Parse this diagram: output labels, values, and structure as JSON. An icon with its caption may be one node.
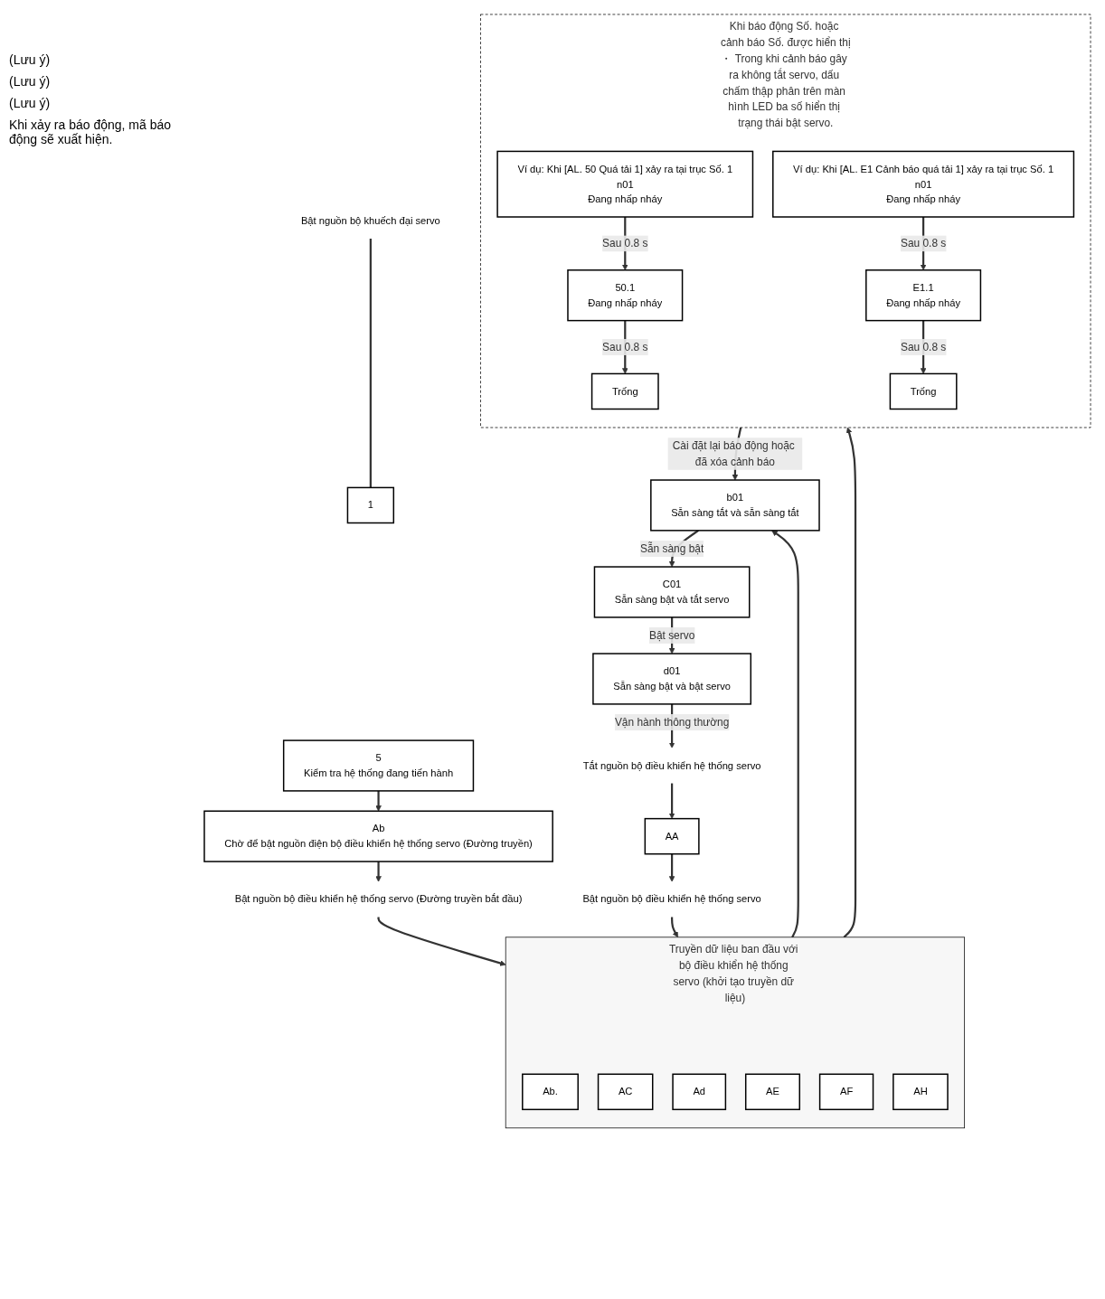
{
  "diagram": {
    "nodes": [
      {
        "text": [
          "Bật nguồn bộ khuếch đại servo"
        ]
      },
      {
        "text": [
          "1"
        ]
      },
      {
        "text": [
          "5",
          "Kiểm tra hệ thống đang tiến hành"
        ]
      },
      {
        "text": [
          "Ab",
          "Chờ để bật nguồn điện bộ điều khiển hệ thống servo (Đường truyền)"
        ]
      },
      {
        "text": [
          "Bật nguồn bộ điều khiển hệ thống servo (Đường truyền bắt đầu)"
        ]
      },
      {
        "text": [
          "Truyền dữ liệu ban đầu với bộ điều khiển hệ thống servo (khởi tạo truyền dữ liệu)"
        ]
      },
      {
        "text": [
          "Ab."
        ],
        "in": 5
      },
      {
        "text": [
          "AC"
        ],
        "in": 5
      },
      {
        "text": [
          "Ad"
        ],
        "in": 5
      },
      {
        "text": [
          "AE"
        ],
        "in": 5
      },
      {
        "text": [
          "AF"
        ],
        "in": 5
      },
      {
        "text": [
          "AH"
        ],
        "in": 5
      },
      {
        "text": [
          "b01",
          "Sẵn sàng tắt và sẵn sàng tắt"
        ]
      },
      {
        "text": [
          "C01",
          "Sẵn sàng bật và tắt servo"
        ]
      },
      {
        "text": [
          "d01",
          "Sẵn sàng bật và bật servo"
        ]
      },
      {
        "text": [
          "Tắt nguồn bộ điều khiển hệ thống servo"
        ]
      },
      {
        "text": [
          "AA"
        ]
      },
      {
        "text": [
          "Bật nguồn bộ điều khiển hệ thống servo"
        ]
      },
      {
        "text": [
          "Khi báo động Số. hoặc cảnh báo Số. được hiển thị",
          "・ Trong khi cảnh báo gây ra không tắt servo, dấu chấm thập phân trên màn hình LED ba số hiển thị trạng thái bật servo."
        ]
      },
      {
        "text": [
          "Ví dụ: Khi [AL. 50 Quá tải 1] xảy ra tại trục Số. 1",
          "n01",
          "Đang nhấp nháy"
        ],
        "in": 18
      },
      {
        "text": [
          "50.1",
          "Đang nhấp nháy"
        ],
        "in": 18
      },
      {
        "text": [
          "Trống"
        ],
        "in": 18
      },
      {
        "text": [
          "Ví dụ: Khi [AL. E1 Cảnh báo quá tải 1] xảy ra tại trục Số. 1",
          "n01",
          "Đang nhấp nháy"
        ],
        "in": 18
      },
      {
        "text": [
          "E1.1",
          "Đang nhấp nháy"
        ],
        "in": 18
      },
      {
        "text": [
          "Trống"
        ],
        "in": 18
      }
    ],
    "edges": [
      {
        "from": 0,
        "to": 1,
        "arrow": "none"
      },
      {
        "from": 2,
        "to": 3,
        "arrow": "to"
      },
      {
        "from": 3,
        "to": 4,
        "arrow": "to"
      },
      {
        "from": 4,
        "to": 5,
        "arrow": "to"
      },
      {
        "from": 5,
        "to": 12,
        "arrow": "to"
      },
      {
        "from": 12,
        "to": 13,
        "arrow": "to",
        "label": "Sẵn sàng bật"
      },
      {
        "from": 13,
        "to": 14,
        "arrow": "to",
        "label": "Bật servo"
      },
      {
        "from": 14,
        "to": 15,
        "arrow": "to",
        "label": "Vận hành thông thường"
      },
      {
        "from": 15,
        "to": 16,
        "arrow": "to"
      },
      {
        "from": 16,
        "to": 17,
        "arrow": "to"
      },
      {
        "from": 17,
        "to": 5,
        "arrow": "to"
      },
      {
        "from": 5,
        "to": 18,
        "arrow": "to"
      },
      {
        "from": 18,
        "to": 12,
        "arrow": "to",
        "label": "Cài đặt lại báo động hoặc đã xóa cảnh báo"
      },
      {
        "from": 19,
        "to": 20,
        "arrow": "to",
        "label": "Sau 0.8 s"
      },
      {
        "from": 20,
        "to": 21,
        "arrow": "to",
        "label": "Sau 0.8 s"
      },
      {
        "from": 22,
        "to": 23,
        "arrow": "to",
        "label": "Sau 0.8 s"
      },
      {
        "from": 23,
        "to": 24,
        "arrow": "to",
        "label": "Sau 0.8 s"
      }
    ],
    "labels": [
      "(Lưu ý)",
      "(Lưu ý)",
      "(Lưu ý)",
      "Khi xảy ra báo động, mã báo động sẽ xuất hiện."
    ]
  }
}
